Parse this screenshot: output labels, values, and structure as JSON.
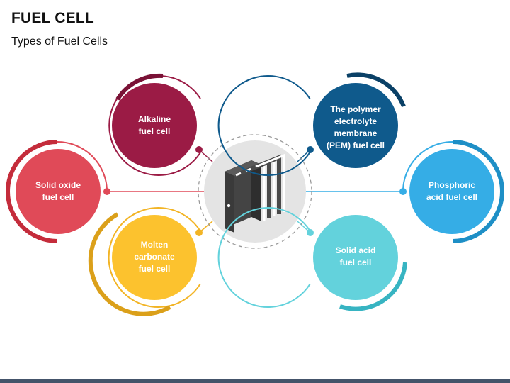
{
  "header": {
    "title": "FUEL CELL",
    "subtitle": "Types of Fuel Cells"
  },
  "center": {
    "icon": "fuel-cell-stack-icon"
  },
  "nodes": [
    {
      "id": "alkaline",
      "lines": [
        "Alkaline",
        "fuel cell"
      ],
      "color": "#9b1b45",
      "ring": "#7a1236"
    },
    {
      "id": "solid-oxide",
      "lines": [
        "Solid oxide",
        "fuel cell"
      ],
      "color": "#e04a58",
      "ring": "#c42c3b"
    },
    {
      "id": "molten-carbonate",
      "lines": [
        "Molten",
        "carbonate",
        "fuel cell"
      ],
      "color": "#fcc22e",
      "ring": "#dba01a"
    },
    {
      "id": "pem",
      "lines": [
        "The polymer",
        "electrolyte",
        "membrane",
        "(PEM) fuel cell"
      ],
      "color": "#0f5a8c",
      "ring": "#0a4066"
    },
    {
      "id": "phosphoric-acid",
      "lines": [
        "Phosphoric",
        "acid fuel cell"
      ],
      "color": "#35ade6",
      "ring": "#1e8fc6"
    },
    {
      "id": "solid-acid",
      "lines": [
        "Solid acid",
        "fuel cell"
      ],
      "color": "#63d2dc",
      "ring": "#37b4c2"
    }
  ]
}
